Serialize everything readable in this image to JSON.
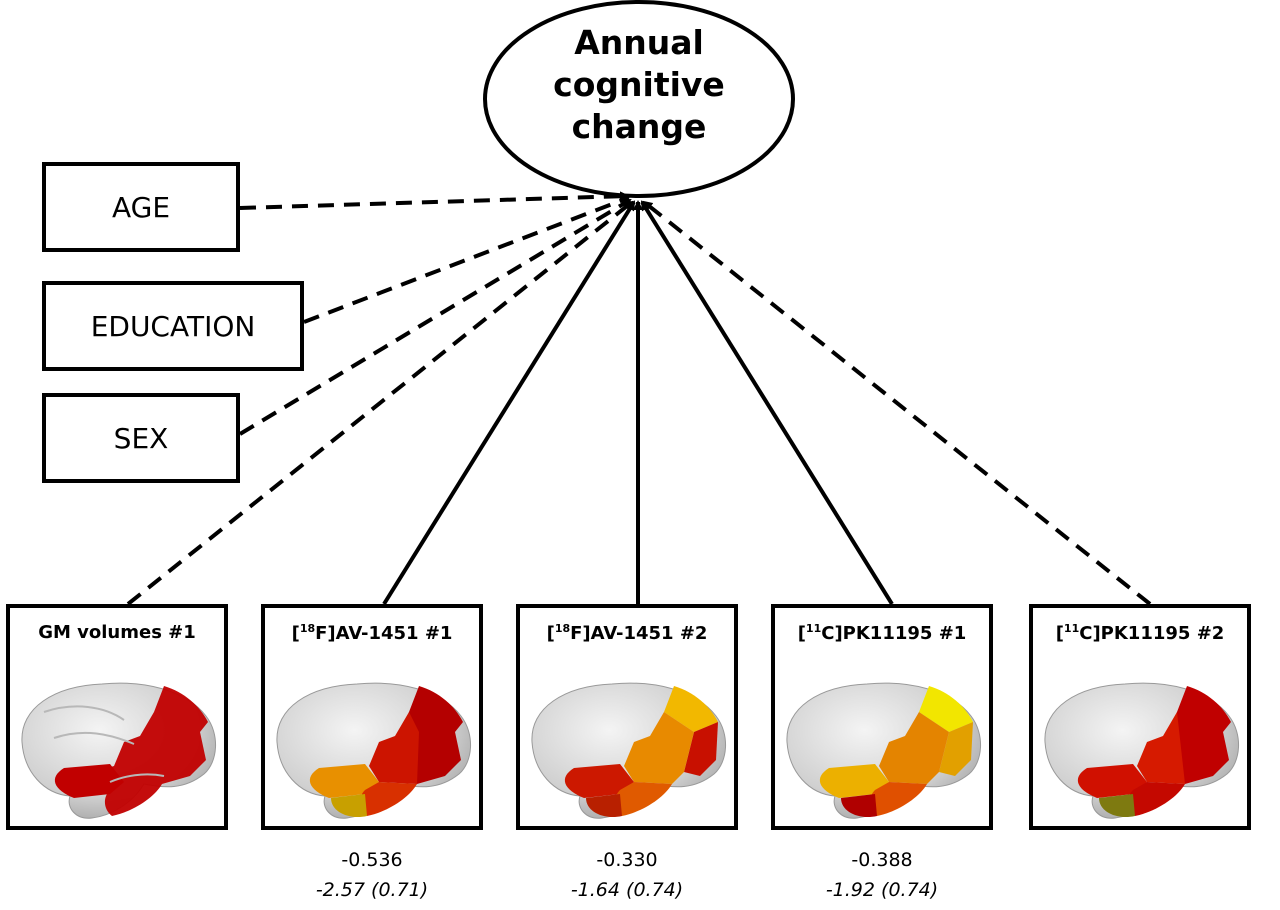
{
  "outcome": {
    "lines": [
      "Annual",
      "cognitive",
      "change"
    ]
  },
  "covariates": [
    {
      "id": "age",
      "label": "AGE"
    },
    {
      "id": "education",
      "label": "EDUCATION"
    },
    {
      "id": "sex",
      "label": "SEX"
    }
  ],
  "panels": [
    {
      "id": "gm1",
      "title_prefix": "",
      "title_sup": "",
      "title_main": "GM volumes #1",
      "path": "dashed",
      "coef": "",
      "estimate": ""
    },
    {
      "id": "av1",
      "title_prefix": "[",
      "title_sup": "18",
      "title_main": "F]AV-1451 #1",
      "path": "solid",
      "coef": "-0.536",
      "estimate": "-2.57 (0.71)"
    },
    {
      "id": "av2",
      "title_prefix": "[",
      "title_sup": "18",
      "title_main": "F]AV-1451 #2",
      "path": "solid",
      "coef": "-0.330",
      "estimate": "-1.64 (0.74)"
    },
    {
      "id": "pk1",
      "title_prefix": "[",
      "title_sup": "11",
      "title_main": "C]PK11195 #1",
      "path": "solid",
      "coef": "-0.388",
      "estimate": "-1.92 (0.74)"
    },
    {
      "id": "pk2",
      "title_prefix": "[",
      "title_sup": "11",
      "title_main": "C]PK11195 #2",
      "path": "dashed",
      "coef": "",
      "estimate": ""
    }
  ],
  "colors": {
    "dark_red": "#b40000",
    "red": "#d61a00",
    "orange_red": "#e04a00",
    "orange": "#e89000",
    "yellow": "#f2e600",
    "olive": "#7e7a10",
    "brain_gray": "#dcdcdc"
  }
}
